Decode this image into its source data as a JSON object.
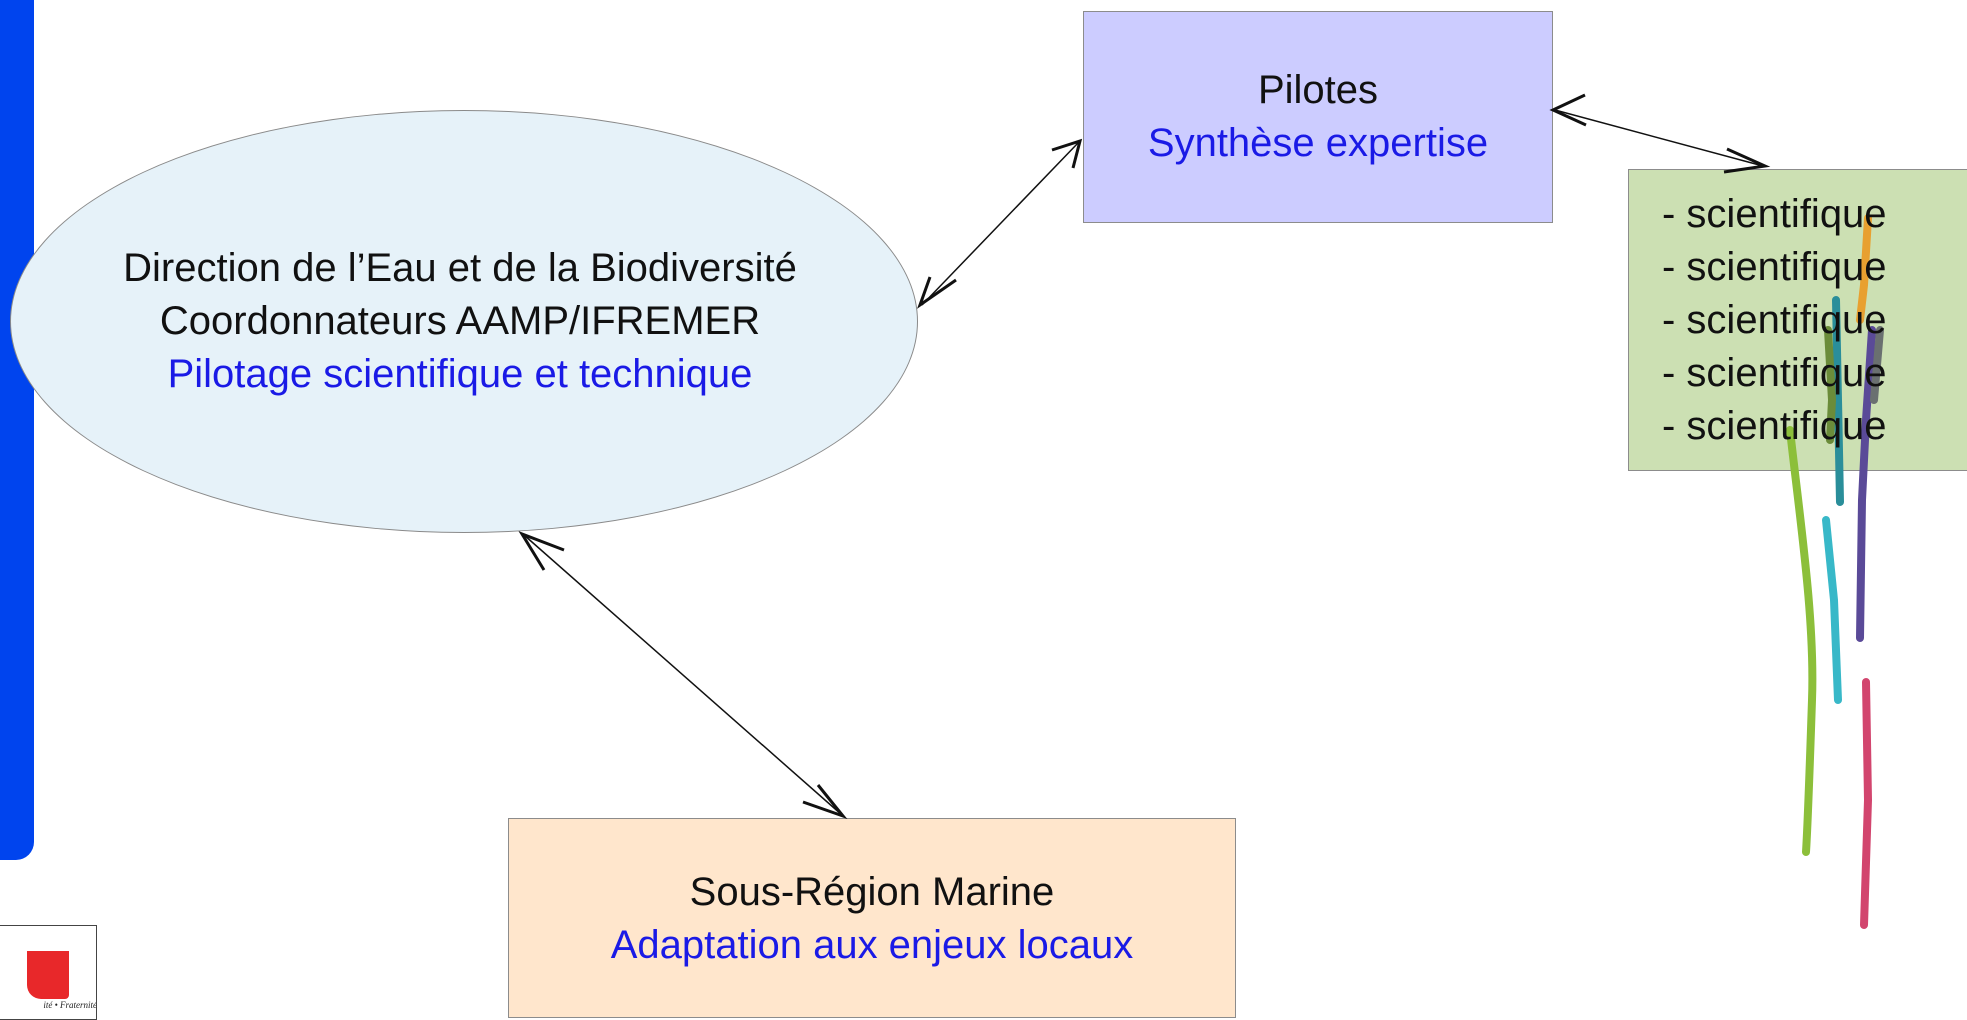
{
  "ellipse": {
    "line1": "Direction de l’Eau et de la Biodiversité",
    "line2": "Coordonnateurs AAMP/IFREMER",
    "line3": "Pilotage scientifique et technique"
  },
  "pilotes": {
    "line1": "Pilotes",
    "line2": "Synthèse expertise"
  },
  "experts": {
    "items": [
      "- scientifique",
      "- scientifique",
      "- scientifique",
      "- scientifique",
      "- scientifique"
    ]
  },
  "region": {
    "line1": "Sous-Région Marine",
    "line2": "Adaptation aux enjeux locaux"
  },
  "logo": {
    "motto": "ité • Fraternité"
  },
  "colors": {
    "accent_blue": "#1a1ae6",
    "bar_blue": "#0044ee",
    "ellipse_fill": "#e6f2f9",
    "pilotes_fill": "#ccccff",
    "experts_fill": "#cce0b3",
    "region_fill": "#ffe6cc",
    "logo_red": "#e8282a"
  }
}
